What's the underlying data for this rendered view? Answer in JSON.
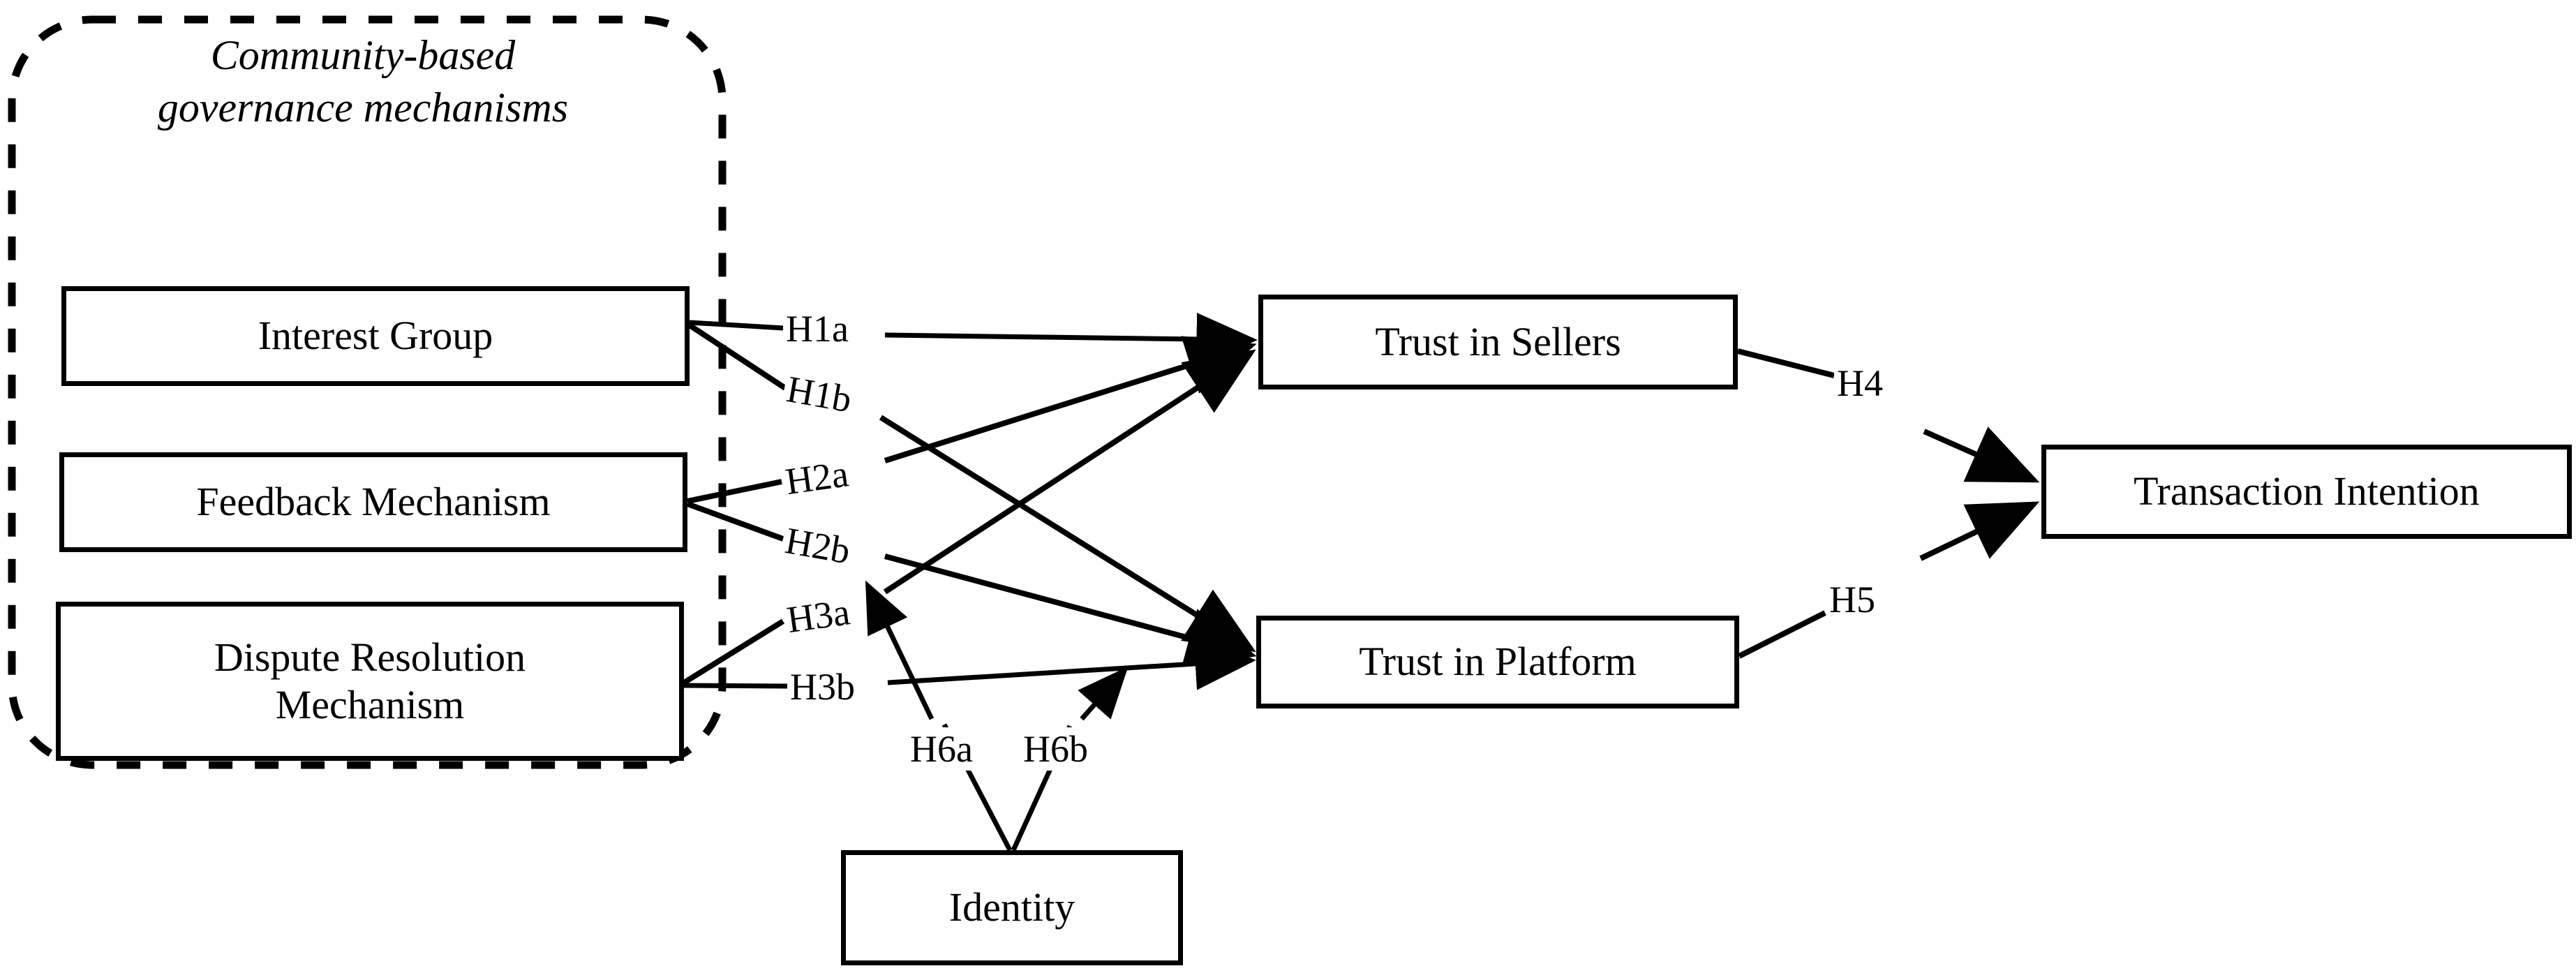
{
  "diagram": {
    "title_visible": false,
    "group_container": {
      "label": "Community-based\ngovernance mechanisms",
      "style": "dashed-rounded"
    },
    "nodes": {
      "interest_group": {
        "label": "Interest Group"
      },
      "feedback_mechanism": {
        "label": "Feedback Mechanism"
      },
      "dispute_resolution": {
        "label": "Dispute Resolution\nMechanism"
      },
      "trust_in_sellers": {
        "label": "Trust in Sellers"
      },
      "trust_in_platform": {
        "label": "Trust in Platform"
      },
      "transaction_intention": {
        "label": "Transaction Intention"
      },
      "identity": {
        "label": "Identity"
      }
    },
    "hypotheses": {
      "h1a": "H1a",
      "h1b": "H1b",
      "h2a": "H2a",
      "h2b": "H2b",
      "h3a": "H3a",
      "h3b": "H3b",
      "h4": "H4",
      "h5": "H5",
      "h6a": "H6a",
      "h6b": "H6b"
    },
    "paths": [
      {
        "id": "h1a",
        "from": "interest_group",
        "to": "trust_in_sellers",
        "label": "H1a"
      },
      {
        "id": "h1b",
        "from": "interest_group",
        "to": "trust_in_platform",
        "label": "H1b"
      },
      {
        "id": "h2a",
        "from": "feedback_mechanism",
        "to": "trust_in_sellers",
        "label": "H2a"
      },
      {
        "id": "h2b",
        "from": "feedback_mechanism",
        "to": "trust_in_platform",
        "label": "H2b"
      },
      {
        "id": "h3a",
        "from": "dispute_resolution",
        "to": "trust_in_sellers",
        "label": "H3a"
      },
      {
        "id": "h3b",
        "from": "dispute_resolution",
        "to": "trust_in_platform",
        "label": "H3b"
      },
      {
        "id": "h4",
        "from": "trust_in_sellers",
        "to": "transaction_intention",
        "label": "H4"
      },
      {
        "id": "h5",
        "from": "trust_in_platform",
        "to": "transaction_intention",
        "label": "H5"
      },
      {
        "id": "h6a",
        "from": "identity",
        "to": "h3a-path-moderator",
        "label": "H6a"
      },
      {
        "id": "h6b",
        "from": "identity",
        "to": "h3b-path-moderator",
        "label": "H6b"
      }
    ],
    "colors": {
      "stroke": "#000000",
      "background": "#ffffff",
      "text": "#000000"
    }
  }
}
